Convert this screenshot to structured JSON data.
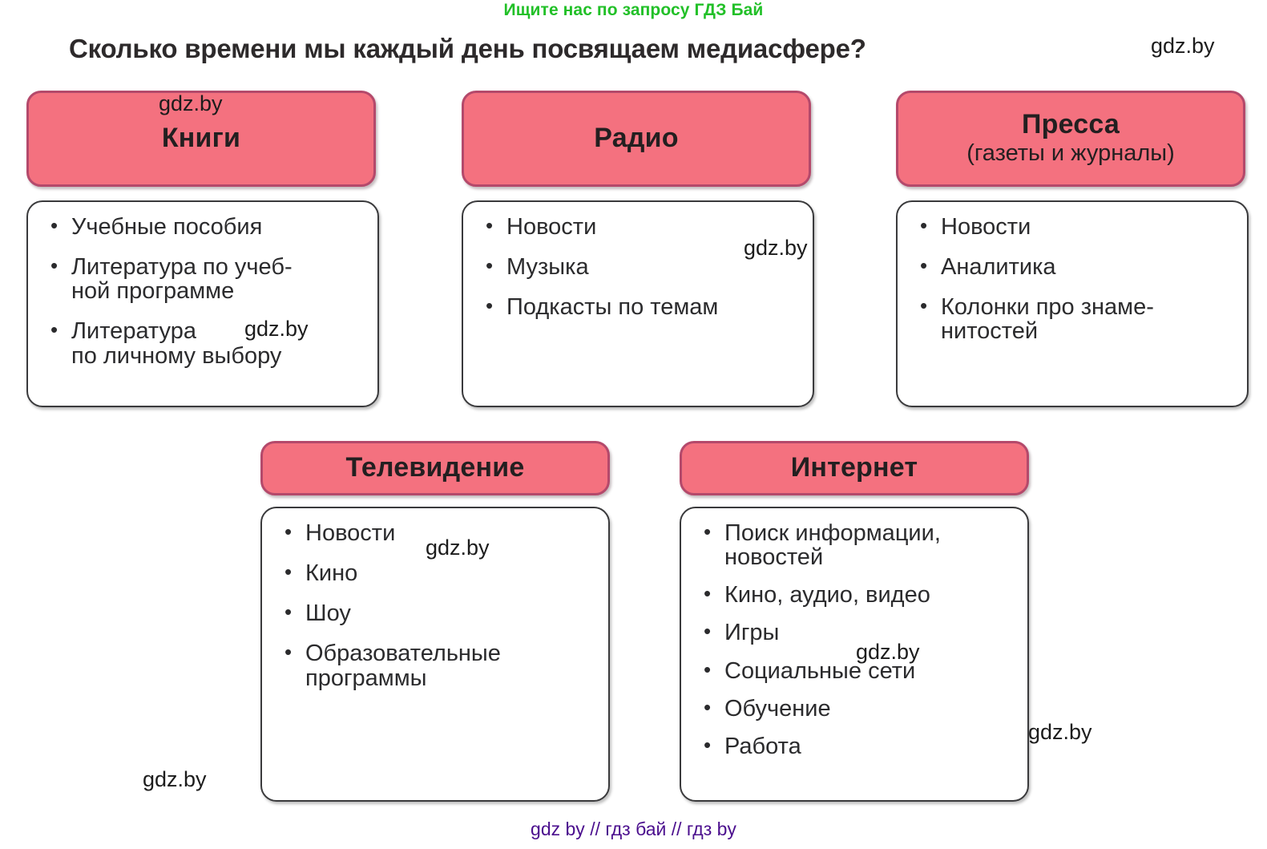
{
  "banner": {
    "text": "Ищите нас по запросу ГДЗ Бай",
    "color": "#22c028"
  },
  "title": "Сколько времени мы каждый день посвящаем медиасфере?",
  "theme": {
    "pill_fill": "#f4717f",
    "pill_border": "#b4496b",
    "box_border": "#3a3a3c",
    "text": "#231f20",
    "footer_color": "#4b0f8e"
  },
  "cards": {
    "books": {
      "heading": "Книги",
      "subheading": "",
      "items": [
        "Учебные пособия",
        "Литература по учеб-\nной  программе",
        "Литература\nпо личному выбору"
      ]
    },
    "radio": {
      "heading": "Радио",
      "subheading": "",
      "items": [
        "Новости",
        "Музыка",
        "Подкасты по темам"
      ]
    },
    "press": {
      "heading": "Пресса",
      "subheading": "(газеты и журналы)",
      "items": [
        "Новости",
        "Аналитика",
        "Колонки про знаме-\nнитостей"
      ]
    },
    "tv": {
      "heading": "Телевидение",
      "subheading": "",
      "items": [
        "Новости",
        "Кино",
        "Шоу",
        "Образовательные\nпрограммы"
      ]
    },
    "internet": {
      "heading": "Интернет",
      "subheading": "",
      "items": [
        "Поиск информации,\nновостей",
        "Кино, аудио, видео",
        "Игры",
        "Социальные сети",
        "Обучение",
        " Работа"
      ]
    }
  },
  "watermarks": {
    "w1": "gdz.by",
    "w2": "gdz.by",
    "w3": "gdz.by",
    "w4": "gdz.by",
    "w5": "gdz.by",
    "w6": "gdz.by",
    "w7": "gdz.by",
    "w8": "gdz.by"
  },
  "footer": "gdz by  //  гдз бай  //  гдз by"
}
